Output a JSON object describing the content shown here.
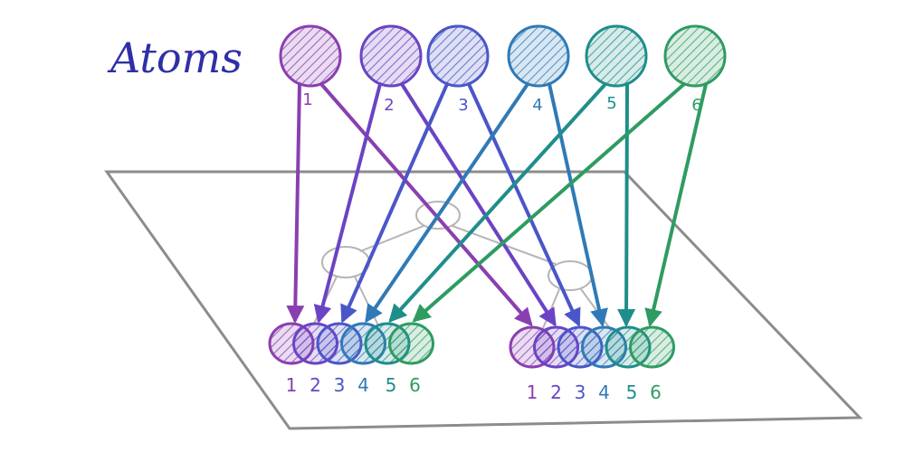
{
  "title": "Atoms",
  "atoms": [
    {
      "label": "1",
      "color": "#8a3fb0"
    },
    {
      "label": "2",
      "color": "#6a44c4"
    },
    {
      "label": "3",
      "color": "#4a56c8"
    },
    {
      "label": "4",
      "color": "#2f7ab6"
    },
    {
      "label": "5",
      "color": "#1f8e8a"
    },
    {
      "label": "6",
      "color": "#2e9c62"
    }
  ],
  "groups": [
    {
      "labels": [
        "1",
        "2",
        "3",
        "4",
        "5",
        "6"
      ]
    },
    {
      "labels": [
        "1",
        "2",
        "3",
        "4",
        "5",
        "6"
      ]
    }
  ],
  "colors": {
    "title": "#2f2fa8",
    "plane": "#8c8c8c",
    "tree": "#b5b5b5"
  }
}
